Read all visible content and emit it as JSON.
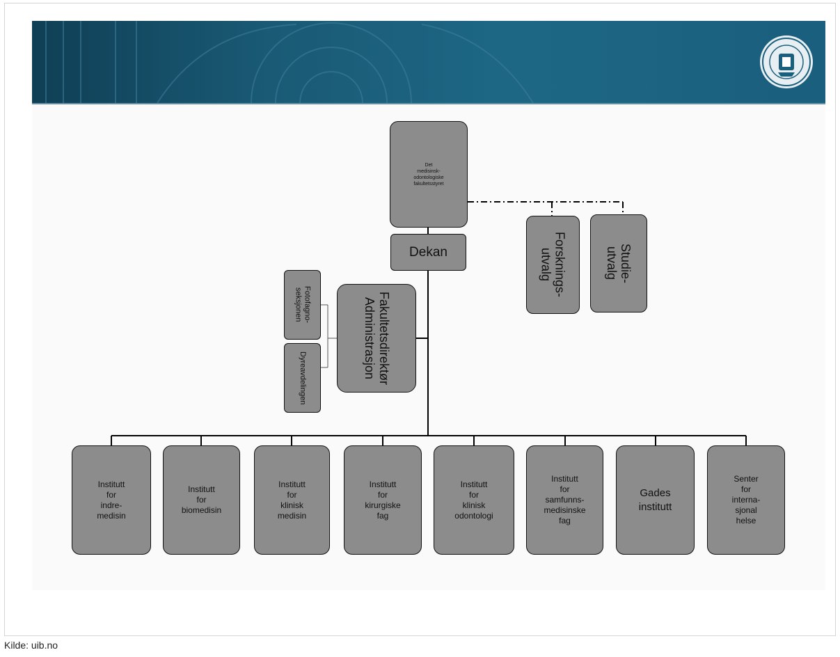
{
  "board": {
    "label": "Det\nmedisinsk-\nodontologiske\nfakultetsstyret"
  },
  "dekan": {
    "label": "Dekan"
  },
  "committees": [
    {
      "label": "Forsknings-\nutvalg"
    },
    {
      "label": "Studie-\nutvalg"
    }
  ],
  "administration": {
    "label": "Fakultetsdirektør\nAdministrasjon"
  },
  "admin_units": [
    {
      "label": "Fotofagno-\nseksjonen"
    },
    {
      "label": "Dyreavdelingen"
    }
  ],
  "institutes": [
    {
      "label": "Institutt\nfor\nindre-\nmedisin"
    },
    {
      "label": "Institutt\nfor\nbiomedisin"
    },
    {
      "label": "Institutt\nfor\nklinisk\nmedisin"
    },
    {
      "label": "Institutt\nfor\nkirurgiske\nfag"
    },
    {
      "label": "Institutt\nfor\nklinisk\nodontologi"
    },
    {
      "label": "Institutt\nfor\nsamfunns-\nmedisinske\nfag"
    },
    {
      "label": "Gades\ninstitutt"
    },
    {
      "label": "Senter\nfor\ninterna-\nsjonal\nhelse"
    }
  ],
  "source": {
    "caption": "Kilde: uib.no"
  },
  "colors": {
    "banner": "#1a5f7d",
    "box_fill": "#8c8c8c",
    "box_border": "#111111",
    "connector": "#000000"
  }
}
